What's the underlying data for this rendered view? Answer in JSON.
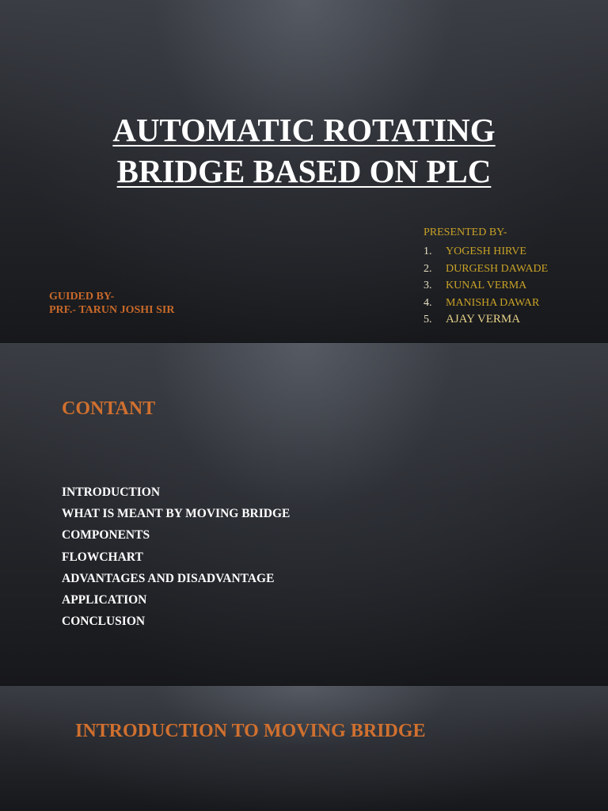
{
  "slide1": {
    "title_line1": "AUTOMATIC ROTATING",
    "title_line2": "BRIDGE BASED ON PLC",
    "presented_by": {
      "heading": "PRESENTED BY-",
      "members": [
        {
          "num": "1.",
          "name": "YOGESH HIRVE"
        },
        {
          "num": "2.",
          "name": "DURGESH DAWADE"
        },
        {
          "num": "3.",
          "name": "KUNAL VERMA"
        },
        {
          "num": "4.",
          "name": "MANISHA DAWAR"
        },
        {
          "num": "5.",
          "name": "AJAY VERMA"
        }
      ]
    },
    "guided_by": {
      "heading": "GUIDED BY-",
      "name": "PRF.- TARUN JOSHI SIR"
    }
  },
  "slide2": {
    "heading": "CONTANT",
    "items": [
      "INTRODUCTION",
      "WHAT IS MEANT BY MOVING BRIDGE",
      "COMPONENTS",
      "FLOWCHART",
      "ADVANTAGES AND DISADVANTAGE",
      "APPLICATION",
      "CONCLUSION"
    ]
  },
  "slide3": {
    "heading": "INTRODUCTION TO MOVING BRIDGE"
  },
  "colors": {
    "title": "#ffffff",
    "accent_orange": "#d0702f",
    "presented_gold": "#c9a227",
    "background": "#1b1d21"
  }
}
